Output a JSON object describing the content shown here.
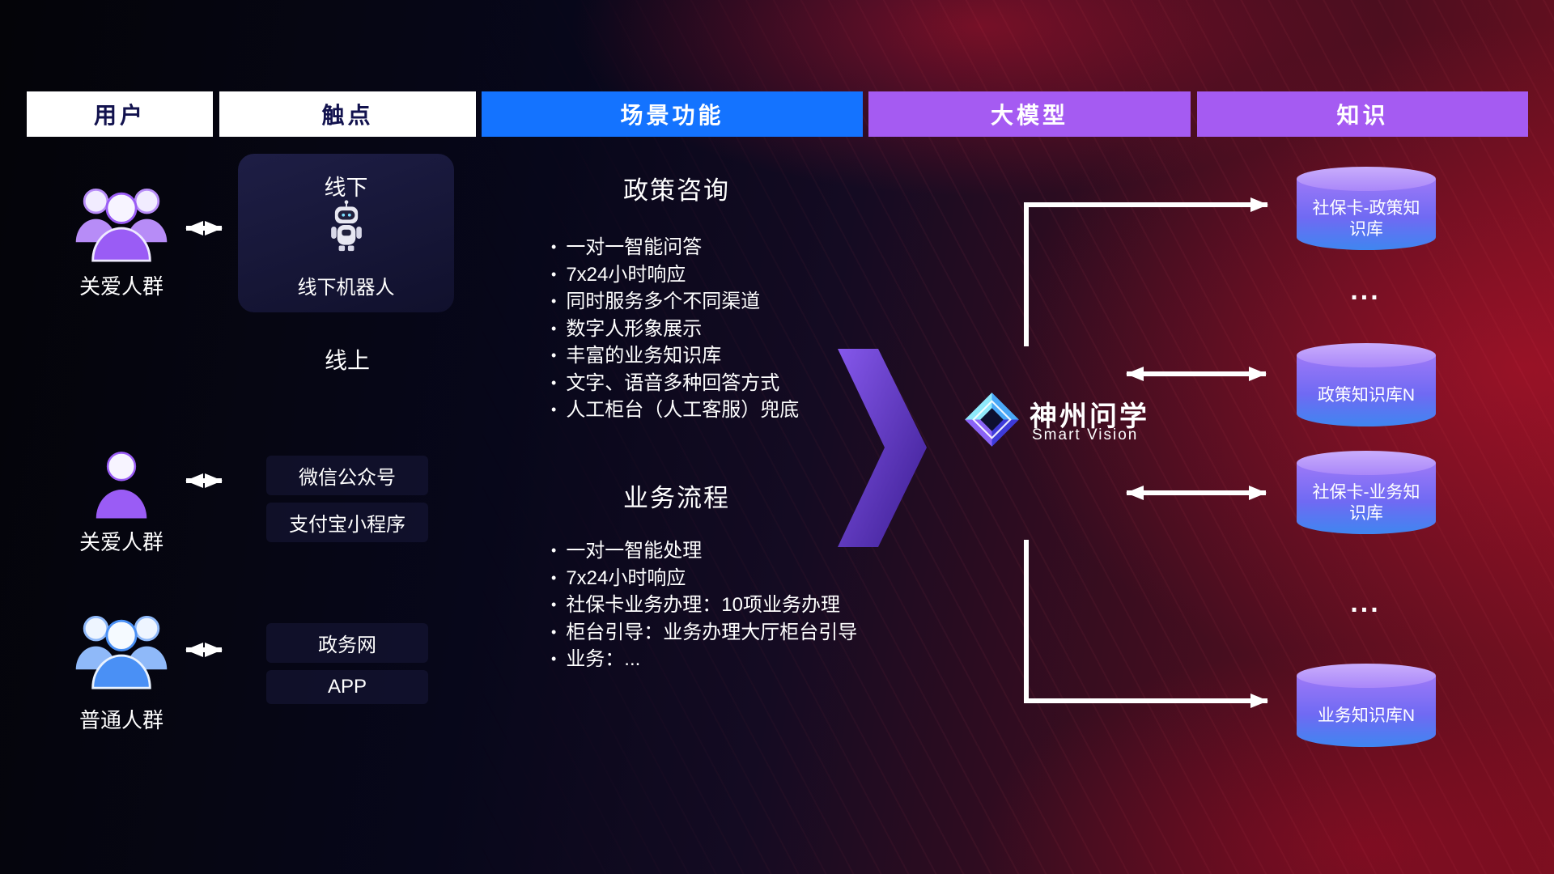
{
  "headers": [
    {
      "label": "用户"
    },
    {
      "label": "触点"
    },
    {
      "label": "场景功能"
    },
    {
      "label": "大模型"
    },
    {
      "label": "知识"
    }
  ],
  "users": [
    {
      "label": "关爱人群",
      "icon": "group-purple"
    },
    {
      "label": "关爱人群",
      "icon": "person-purple"
    },
    {
      "label": "普通人群",
      "icon": "group-blue"
    }
  ],
  "touchpoints": {
    "offline": {
      "title": "线下",
      "robot_label": "线下机器人"
    },
    "online_label": "线上",
    "channels": [
      "微信公众号",
      "支付宝小程序",
      "政务网",
      "APP"
    ]
  },
  "scenario": {
    "sections": [
      {
        "title": "政策咨询",
        "items": [
          "一对一智能问答",
          "7x24小时响应",
          "同时服务多个不同渠道",
          "数字人形象展示",
          "丰富的业务知识库",
          "文字、语音多种回答方式",
          "人工柜台（人工客服）兜底"
        ]
      },
      {
        "title": "业务流程",
        "items": [
          "一对一智能处理",
          "7x24小时响应",
          "社保卡业务办理：10项业务办理",
          "柜台引导：业务办理大厅柜台引导",
          "业务：..."
        ]
      }
    ]
  },
  "model": {
    "name": "神州问学",
    "subtitle": "Smart Vision"
  },
  "knowledge": {
    "databases": [
      {
        "label": "社保卡-政策知识库"
      },
      {
        "label": "政策知识库N"
      },
      {
        "label": "社保卡-业务知识库"
      },
      {
        "label": "业务知识库N"
      }
    ],
    "ellipsis": "..."
  },
  "colors": {
    "header_blue": "#1473ff",
    "header_purple": "#a55bf2",
    "accent_purple": "#9a5cf5",
    "accent_blue": "#4a90f5",
    "db_gradient_top": "#9d79f7",
    "db_gradient_bottom": "#3f86f0"
  }
}
